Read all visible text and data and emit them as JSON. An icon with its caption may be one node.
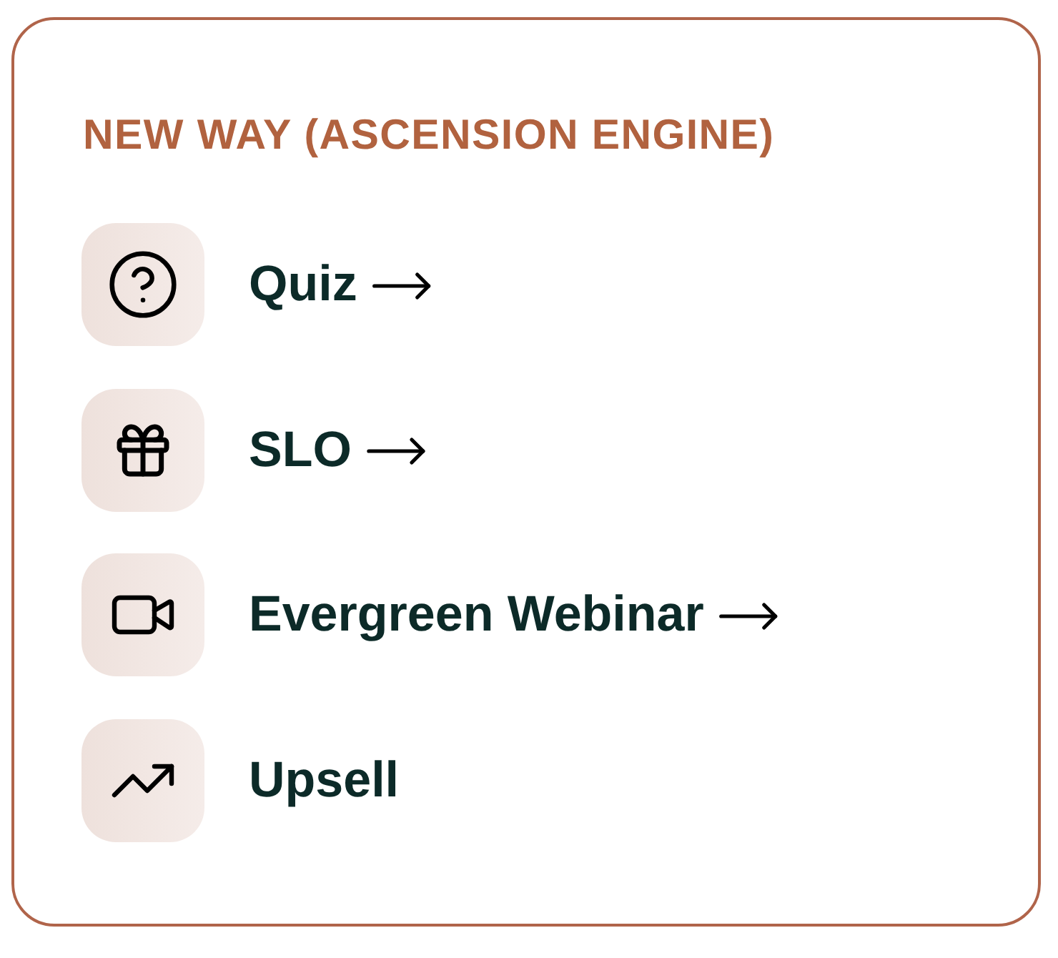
{
  "diagram": {
    "nodes": [
      {
        "text": [
          "NEW WAY (ASCENSION ENGINE)"
        ]
      },
      {
        "text": [
          "Quiz"
        ],
        "in": 0
      },
      {
        "text": [
          "SLO"
        ],
        "in": 0
      },
      {
        "text": [
          "Evergreen Webinar"
        ],
        "in": 0
      },
      {
        "text": [
          "Upsell"
        ],
        "in": 0
      }
    ],
    "edges": [
      {
        "from": 1,
        "to": null,
        "arrow": "to"
      },
      {
        "from": 2,
        "to": null,
        "arrow": "to"
      },
      {
        "from": 3,
        "to": null,
        "arrow": "to"
      }
    ]
  }
}
